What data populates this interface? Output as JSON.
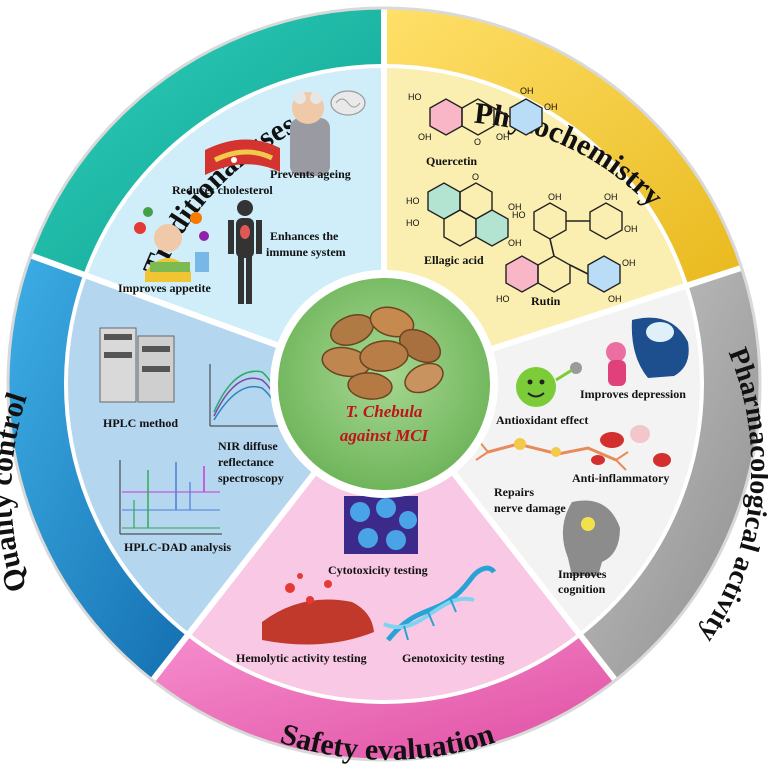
{
  "center": {
    "line1": "T. Chebula",
    "line2": "against MCI"
  },
  "sectors": [
    {
      "title": "Traditional uses",
      "color": "#1fbfad",
      "fill": "#cfeefa",
      "items": [
        "Prevents ageing",
        "Reduces cholesterol",
        "Enhances the",
        "immune system",
        "Improves appetite"
      ]
    },
    {
      "title": "Phytochemistry",
      "color": "#f2cf3c",
      "fill": "#fbeeb1",
      "items": [
        "Quercetin",
        "Ellagic acid",
        "Rutin"
      ]
    },
    {
      "title": "Pharmacological activity",
      "color": "#a8a8a8",
      "fill": "#f3f3f3",
      "items": [
        "Improves depression",
        "Antioxidant effect",
        "Anti-inflammatory",
        "Repairs",
        "nerve damage",
        "Improves",
        "cognition"
      ]
    },
    {
      "title": "Safety evaluation",
      "color": "#ee6fb9",
      "fill": "#f9c8e4",
      "items": [
        "Cytotoxicity testing",
        "Hemolytic activity testing",
        "Genotoxicity testing"
      ]
    },
    {
      "title": "Quality control",
      "color": "#1c8ecf",
      "fill": "#b5d6ef",
      "items": [
        "HPLC method",
        "NIR diffuse",
        "reflectance",
        "spectroscopy",
        "HPLC-DAD analysis"
      ]
    }
  ],
  "chem_atoms": {
    "oh": "OH",
    "ho": "HO",
    "o": "O"
  },
  "colors": {
    "center_fill": "#8cc97a",
    "center_text": "#c0141c"
  }
}
